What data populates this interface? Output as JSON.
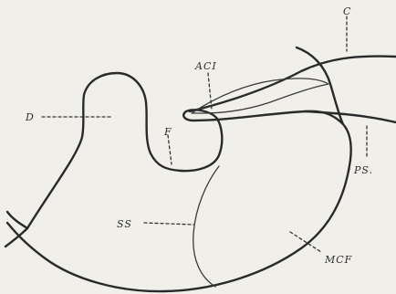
{
  "labels": {
    "c": "C",
    "aci": "ACI",
    "d": "D",
    "f": "F",
    "ps": "PS.",
    "ss": "SS",
    "mcf": "MCF"
  },
  "colors": {
    "ink": "#2a2a2a",
    "paper": "#f1efea"
  }
}
